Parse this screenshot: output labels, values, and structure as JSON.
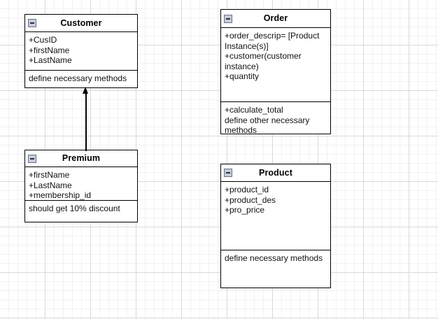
{
  "diagram": {
    "type": "uml-class-diagram",
    "background": "#ffffff",
    "grid_minor_color": "#f2f2f2",
    "grid_major_color": "#d9d9d9",
    "border_color": "#000000"
  },
  "classes": [
    {
      "id": "customer",
      "name": "Customer",
      "collapse_icon": "minus-icon",
      "attributes": [
        "+CusID",
        "+firstName",
        "+LastName"
      ],
      "operations": [
        "define necessary methods"
      ]
    },
    {
      "id": "premium",
      "name": "Premium",
      "collapse_icon": "minus-icon",
      "attributes": [
        "+firstName",
        "+LastName",
        "+membership_id"
      ],
      "operations": [
        "should get 10% discount"
      ]
    },
    {
      "id": "order",
      "name": "Order",
      "collapse_icon": "minus-icon",
      "attributes": [
        "+order_descrip= [Product Instance(s)]",
        "+customer(customer instance)",
        "+quantity"
      ],
      "operations": [
        "+calculate_total",
        "define other necessary methods"
      ]
    },
    {
      "id": "product",
      "name": "Product",
      "collapse_icon": "minus-icon",
      "attributes": [
        "+product_id",
        "+product_des",
        "+pro_price"
      ],
      "operations": [
        "define necessary methods"
      ]
    }
  ],
  "relationships": [
    {
      "id": "premium-inherits-customer",
      "type": "generalization",
      "source": "Premium",
      "target": "Customer",
      "arrow": "filled-triangle-up"
    }
  ]
}
